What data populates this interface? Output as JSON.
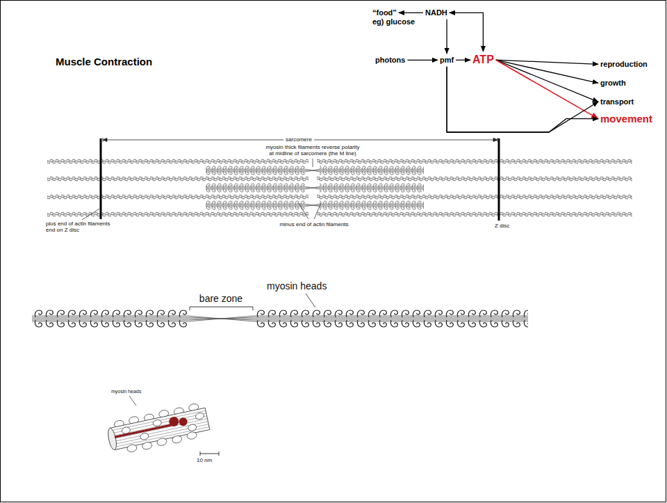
{
  "diagram": {
    "title": "Muscle Contraction",
    "nodes": [
      {
        "text": [
          "“food”",
          "eg) glucose"
        ]
      },
      {
        "text": [
          "NADH"
        ]
      },
      {
        "text": [
          "photons"
        ]
      },
      {
        "text": [
          "pmf"
        ]
      },
      {
        "text": [
          "ATP"
        ]
      },
      {
        "text": [
          "reproduction"
        ]
      },
      {
        "text": [
          "growth"
        ]
      },
      {
        "text": [
          "transport"
        ]
      },
      {
        "text": [
          "movement"
        ]
      }
    ],
    "edges": [
      {
        "from": 1,
        "to": 0,
        "arrow": "to"
      },
      {
        "from": 1,
        "to": 3,
        "arrow": "to"
      },
      {
        "from": 1,
        "to": 4,
        "arrow": "both"
      },
      {
        "from": 2,
        "to": 3,
        "arrow": "to"
      },
      {
        "from": 3,
        "to": 4,
        "arrow": "to"
      },
      {
        "from": 4,
        "to": 5,
        "arrow": "to"
      },
      {
        "from": 4,
        "to": 6,
        "arrow": "to"
      },
      {
        "from": 4,
        "to": 7,
        "arrow": "to"
      },
      {
        "from": 4,
        "to": 8,
        "arrow": "to"
      },
      {
        "from": 3,
        "to": 8,
        "arrow": "to"
      },
      {
        "from": 3,
        "to": 7,
        "arrow": "to"
      }
    ],
    "labels": [
      "sarcomere",
      "myosin thick filaments reverse polarity at midline of sarcomere (the M line)",
      "plus end of actin filaments end on Z disc",
      "minus end of actin filaments",
      "Z disc",
      "bare zone",
      "myosin heads",
      "myosin heads",
      "10 nm"
    ]
  }
}
